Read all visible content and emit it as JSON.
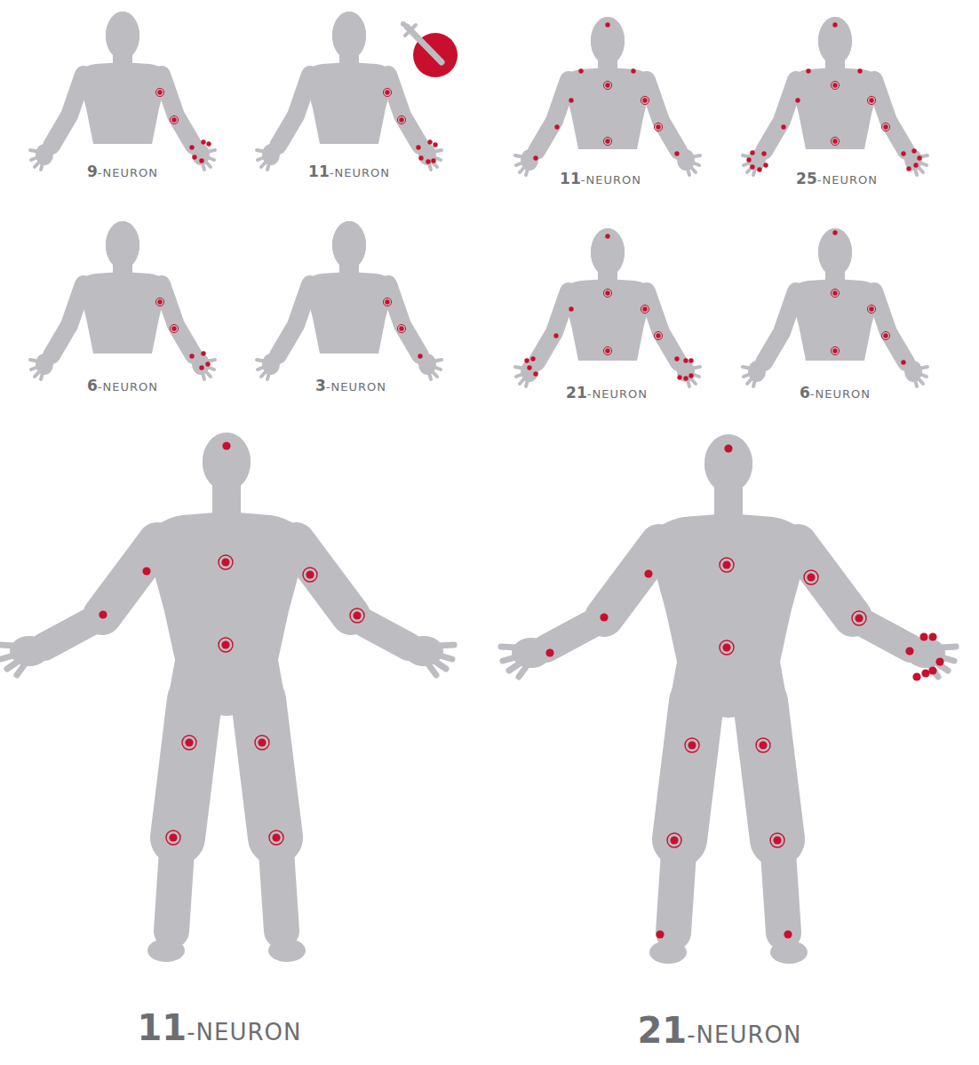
{
  "diagram": {
    "labels": [
      "9",
      "-NEURON",
      "11",
      "-NEURON",
      "11",
      "-NEURON",
      "25",
      "-NEURON",
      "6",
      "-NEURON",
      "3",
      "-NEURON",
      "21",
      "-NEURON",
      "6",
      "-NEURON",
      "11",
      "-NEURON",
      "21",
      "-NEURON"
    ]
  }
}
